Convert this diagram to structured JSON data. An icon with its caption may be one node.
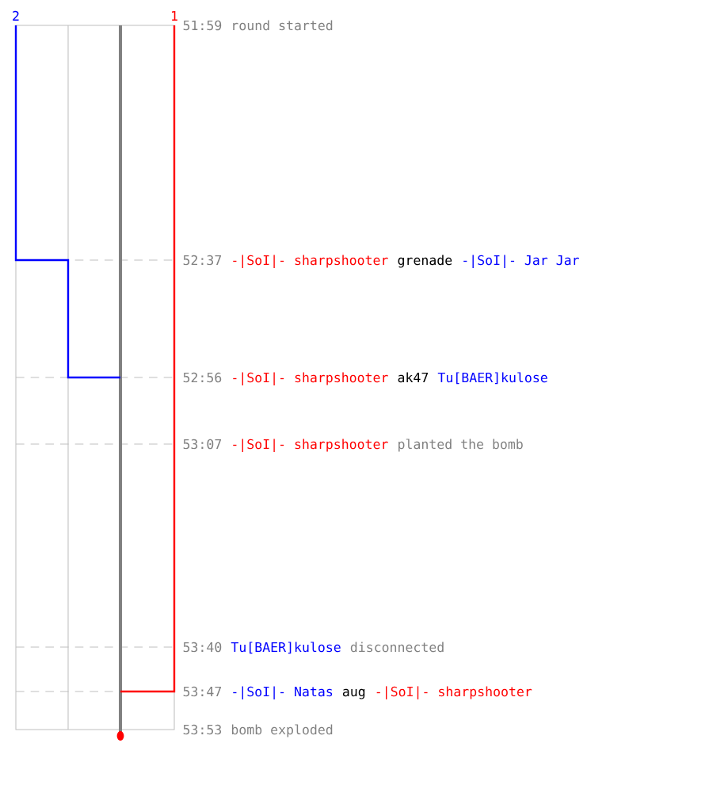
{
  "diagram": {
    "labels": [
      "2",
      "1",
      "51:59",
      "round started",
      "52:37",
      "-|SoI|- sharpshooter",
      "grenade",
      "-|SoI|- Jar Jar",
      "52:56",
      "-|SoI|- sharpshooter",
      "ak47",
      "Tu[BAER]kulose",
      "53:07",
      "-|SoI|- sharpshooter",
      "planted the bomb",
      "53:40",
      "Tu[BAER]kulose",
      "disconnected",
      "53:47",
      "-|SoI|- Natas",
      "aug",
      "-|SoI|- sharpshooter",
      "53:53",
      "bomb exploded"
    ]
  }
}
